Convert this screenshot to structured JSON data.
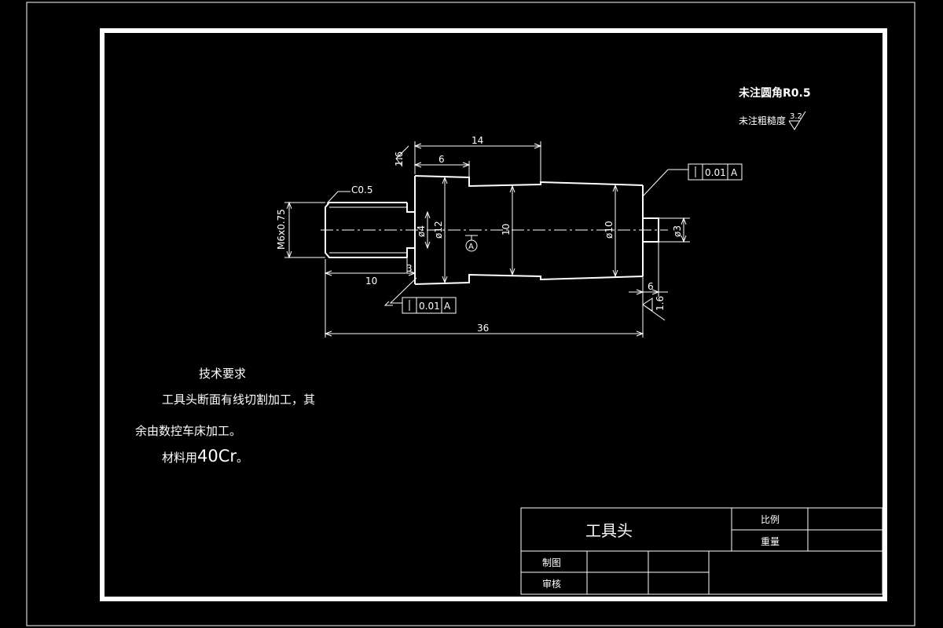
{
  "colors": {
    "background": "#000000",
    "line": "#ffffff"
  },
  "notes": {
    "fillet": "未注圆角R0.5",
    "roughness_label": "未注粗糙度",
    "roughness_value": "3.2"
  },
  "dimensions": {
    "d14": "14",
    "d6_top": "6",
    "chamfer": "C0.5",
    "thread": "M6x0.75",
    "dia4": "ø4",
    "dia12": "ø12",
    "d10_mid": "10",
    "dia10": "ø10",
    "dia3": "ø3",
    "d3": "3",
    "d10_bottom": "10",
    "d6_right": "6",
    "d36": "36",
    "datum": "A",
    "rough_left": "1.6",
    "rough_right": "1.6"
  },
  "tolerance_frames": {
    "top_right": {
      "value": "0.01",
      "datum": "A"
    },
    "bottom_left": {
      "value": "0.01",
      "datum": "A"
    }
  },
  "requirements": {
    "title": "技术要求",
    "line1": "工具头断面有线切割加工，其",
    "line2": "余由数控车床加工。",
    "line3_prefix": "材料用",
    "line3_material": "40Cr",
    "line3_suffix": "。"
  },
  "title_block": {
    "part_name": "工具头",
    "scale_label": "比例",
    "weight_label": "重量",
    "drawn_label": "制图",
    "checked_label": "审核"
  }
}
